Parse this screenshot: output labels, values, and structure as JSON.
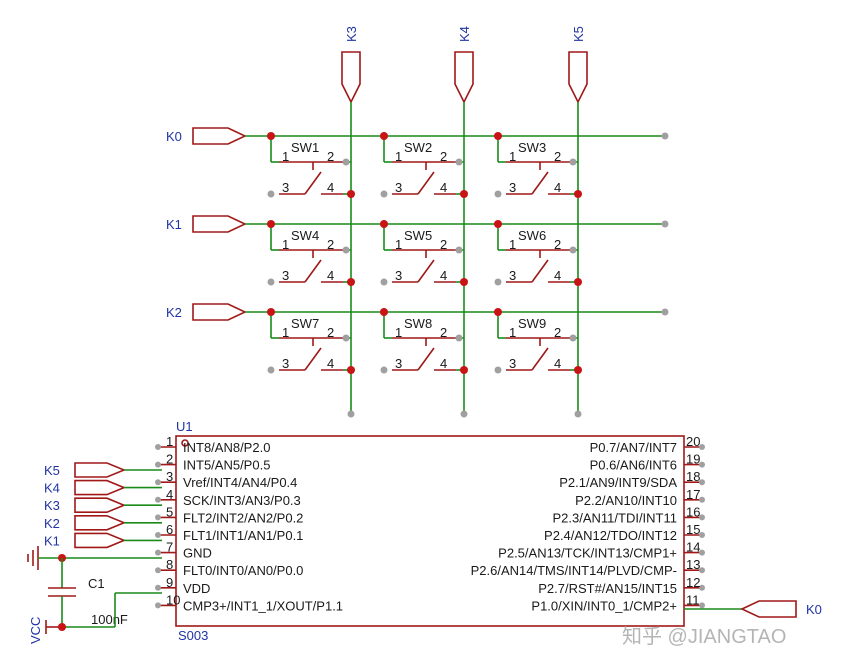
{
  "column_ports": [
    "K3",
    "K4",
    "K5"
  ],
  "row_ports": [
    "K0",
    "K1",
    "K2"
  ],
  "switch": {
    "labels": [
      "SW1",
      "SW2",
      "SW3",
      "SW4",
      "SW5",
      "SW6",
      "SW7",
      "SW8",
      "SW9"
    ],
    "pin_labels": [
      "1",
      "2",
      "3",
      "4"
    ]
  },
  "chip": {
    "designator": "U1",
    "part": "S003",
    "left_pins": [
      {
        "num": "1",
        "name": "INT8/AN8/P2.0"
      },
      {
        "num": "2",
        "name": "INT5/AN5/P0.5"
      },
      {
        "num": "3",
        "name": "Vref/INT4/AN4/P0.4"
      },
      {
        "num": "4",
        "name": "SCK/INT3/AN3/P0.3"
      },
      {
        "num": "5",
        "name": "FLT2/INT2/AN2/P0.2"
      },
      {
        "num": "6",
        "name": "FLT1/INT1/AN1/P0.1"
      },
      {
        "num": "7",
        "name": "GND"
      },
      {
        "num": "8",
        "name": "FLT0/INT0/AN0/P0.0"
      },
      {
        "num": "9",
        "name": "VDD"
      },
      {
        "num": "10",
        "name": "CMP3+/INT1_1/XOUT/P1.1"
      }
    ],
    "right_pins": [
      {
        "num": "20",
        "name": "P0.7/AN7/INT7"
      },
      {
        "num": "19",
        "name": "P0.6/AN6/INT6"
      },
      {
        "num": "18",
        "name": "P2.1/AN9/INT9/SDA"
      },
      {
        "num": "17",
        "name": "P2.2/AN10/INT10"
      },
      {
        "num": "16",
        "name": "P2.3/AN11/TDI/INT11"
      },
      {
        "num": "15",
        "name": "P2.4/AN12/TDO/INT12"
      },
      {
        "num": "14",
        "name": "P2.5/AN13/TCK/INT13/CMP1+"
      },
      {
        "num": "13",
        "name": "P2.6/AN14/TMS/INT14/PLVD/CMP-"
      },
      {
        "num": "12",
        "name": "P2.7/RST#/AN15/INT15"
      },
      {
        "num": "11",
        "name": "P1.0/XIN/INT0_1/CMP2+"
      }
    ]
  },
  "left_ports": [
    "K5",
    "K4",
    "K3",
    "K2",
    "K1"
  ],
  "right_port": "K0",
  "capacitor": {
    "name": "C1",
    "value": "100nF"
  },
  "supply_label": "VCC",
  "watermark": "知乎 @JIANGTAO",
  "colors": {
    "wire": "#1a8a1a",
    "part": "#a01818",
    "label": "#1f33a6",
    "junction": "#c81414",
    "pad": "#a0a0a0"
  }
}
